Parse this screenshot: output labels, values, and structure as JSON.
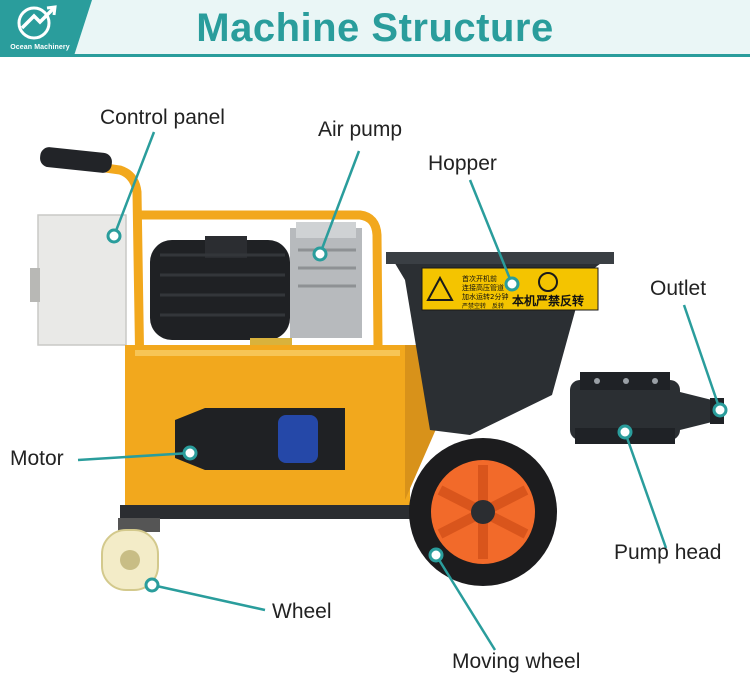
{
  "header": {
    "title": "Machine Structure",
    "logo_text": "Ocean Machinery"
  },
  "labels": {
    "control_panel": "Control panel",
    "air_pump": "Air pump",
    "hopper": "Hopper",
    "outlet": "Outlet",
    "motor": "Motor",
    "pump_head": "Pump head",
    "wheel": "Wheel",
    "moving_wheel": "Moving wheel"
  },
  "warning_sign": {
    "line1": "首次开机前",
    "line2": "连接高压管道",
    "line3": "加水运转2分钟",
    "line4": "严禁空转",
    "line5": "反转",
    "main": "本机严禁反转"
  },
  "colors": {
    "accent": "#2a9d9c",
    "frame": "#f2a81d",
    "hopper": "#2b2f33",
    "wheel_hub": "#f26a2a",
    "warning": "#f4c400"
  }
}
